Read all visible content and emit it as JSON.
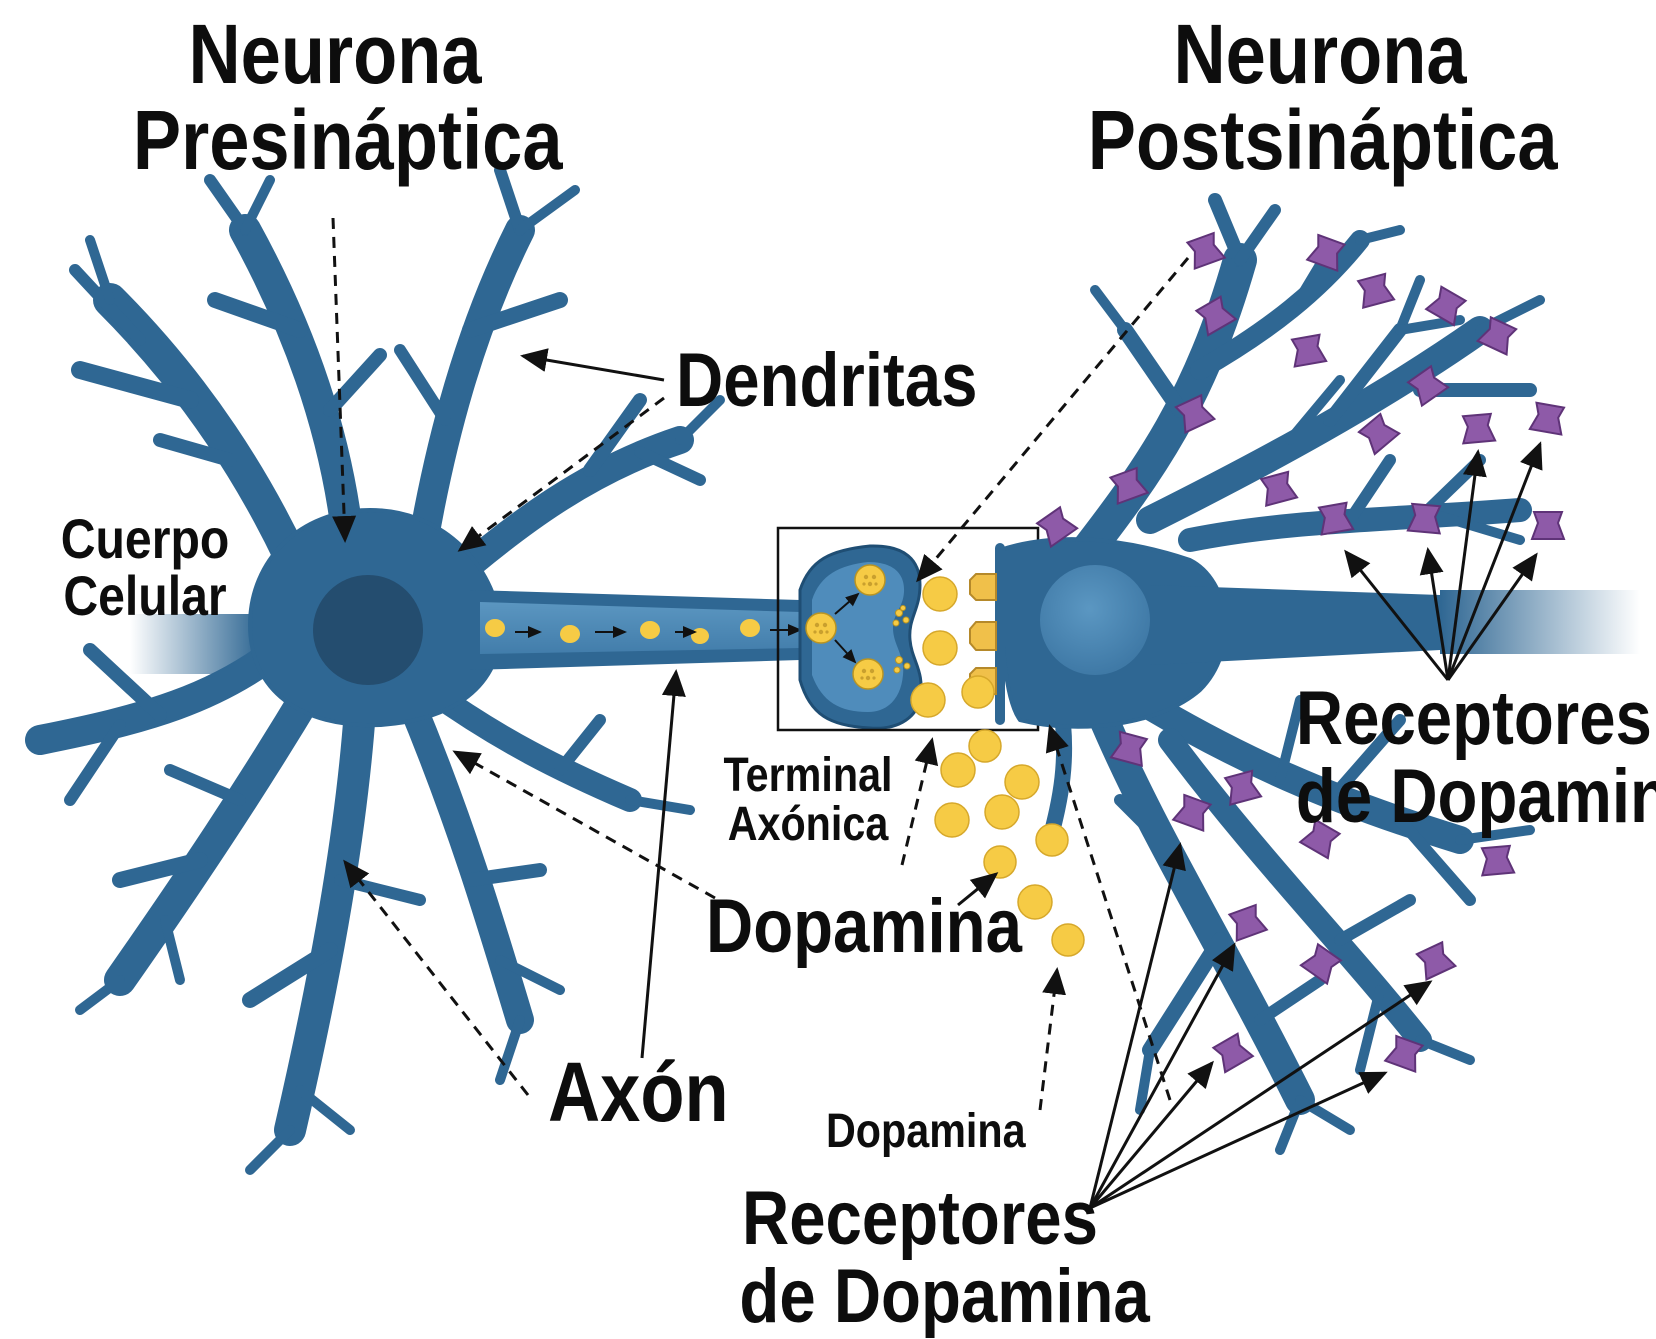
{
  "labels": {
    "presynaptic_line1": "Neurona",
    "presynaptic_line2": "Presináptica",
    "postsynaptic_line1": "Neurona",
    "postsynaptic_line2": "Postsináptica",
    "dendrites": "Dendritas",
    "cell_body_line1": "Cuerpo",
    "cell_body_line2": "Celular",
    "axon_terminal_line1": "Terminal",
    "axon_terminal_line2": "Axónica",
    "dopamine_center": "Dopamina",
    "axon": "Axón",
    "dopamine_bottom": "Dopamina",
    "receptors_right_line1": "Receptores",
    "receptors_right_line2": "de Dopamina",
    "receptors_bottom_line1": "Receptores",
    "receptors_bottom_line2": "de Dopamina"
  },
  "colors": {
    "neuron_blue": "#2f6793",
    "nucleus_dark": "#244d6f",
    "nucleus_light": "#4a86b3",
    "dopamine_yellow": "#f6cb45",
    "receptor_purple": "#8e5aa8",
    "text": "#0d0d0d"
  }
}
